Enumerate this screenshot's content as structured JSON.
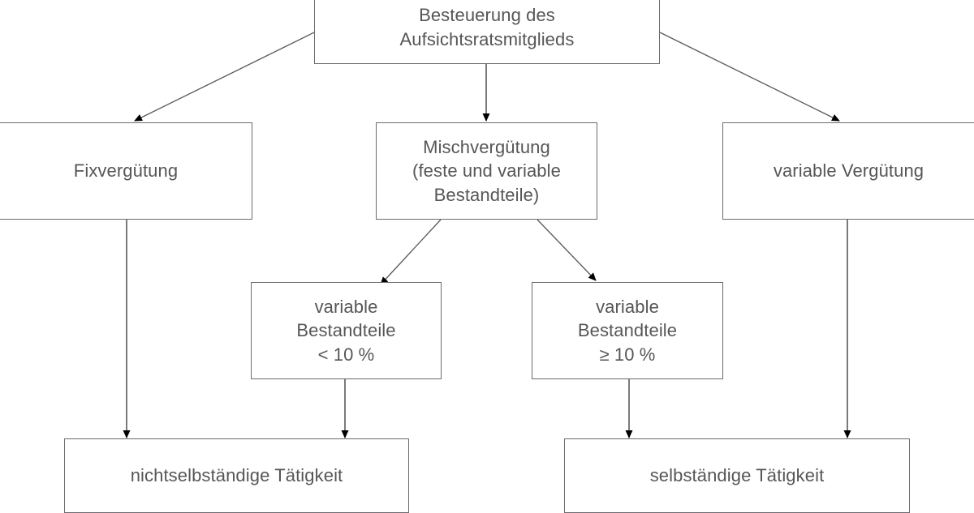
{
  "diagram": {
    "title": "Besteuerung des Aufsichtsratsmitglieds",
    "colors": {
      "background": "#ffffff",
      "node_border": "#6b6b70",
      "node_fill": "#ffffff",
      "text": "#565659",
      "edge_line": "#5a5a5e",
      "arrow_head": "#000000"
    },
    "nodes": {
      "root": {
        "label": "Besteuerung des\nAufsichtsratsmitglieds"
      },
      "fixed_remuneration": {
        "label": "Fixvergütung"
      },
      "mixed_remuneration": {
        "label": "Mischvergütung\n(feste und variable\nBestandteile)"
      },
      "variable_remuneration": {
        "label": "variable Vergütung"
      },
      "variable_lt_10": {
        "label": "variable\nBestandteile\n< 10 %"
      },
      "variable_ge_10": {
        "label": "variable\nBestandteile\n≥ 10 %"
      },
      "non_self_employed": {
        "label": "nichtselbständige Tätigkeit"
      },
      "self_employed": {
        "label": "selbständige Tätigkeit"
      }
    },
    "edges": [
      {
        "name": "root-to-fixed",
        "from": "root",
        "to": "fixed_remuneration",
        "style": "diagonal-left"
      },
      {
        "name": "root-to-mixed",
        "from": "root",
        "to": "mixed_remuneration",
        "style": "vertical"
      },
      {
        "name": "root-to-variable",
        "from": "root",
        "to": "variable_remuneration",
        "style": "diagonal-right"
      },
      {
        "name": "mixed-to-lt10",
        "from": "mixed_remuneration",
        "to": "variable_lt_10",
        "style": "diagonal-left"
      },
      {
        "name": "mixed-to-ge10",
        "from": "mixed_remuneration",
        "to": "variable_ge_10",
        "style": "diagonal-right"
      },
      {
        "name": "fixed-to-nonself",
        "from": "fixed_remuneration",
        "to": "non_self_employed",
        "style": "vertical"
      },
      {
        "name": "lt10-to-nonself",
        "from": "variable_lt_10",
        "to": "non_self_employed",
        "style": "vertical"
      },
      {
        "name": "ge10-to-self",
        "from": "variable_ge_10",
        "to": "self_employed",
        "style": "vertical"
      },
      {
        "name": "variable-to-self",
        "from": "variable_remuneration",
        "to": "self_employed",
        "style": "vertical"
      }
    ]
  }
}
